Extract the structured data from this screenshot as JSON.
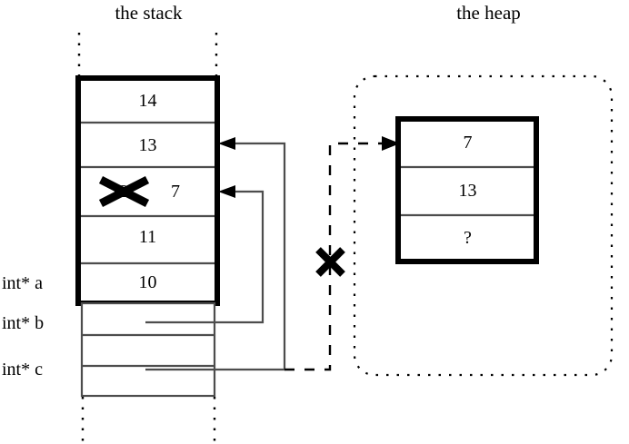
{
  "diagram": {
    "type": "memory-diagram",
    "titles": {
      "stack": "the stack",
      "heap": "the heap"
    },
    "stack": {
      "frame_cells": [
        {
          "value": "14"
        },
        {
          "value": "13"
        },
        {
          "value": "12",
          "struck": true,
          "new_value": "7"
        },
        {
          "value": "11"
        },
        {
          "value": "10"
        }
      ],
      "pointer_rows": [
        {
          "label": "int* a",
          "value": ""
        },
        {
          "label": "int* b",
          "value": ""
        },
        {
          "label": "int* c",
          "value": ""
        }
      ]
    },
    "heap": {
      "cells": [
        {
          "value": "7"
        },
        {
          "value": "13"
        },
        {
          "value": "?"
        }
      ]
    },
    "marks": {
      "broken_link": "✕",
      "struck_value": "✕"
    },
    "colors": {
      "ink": "#000000",
      "thin_line": "#4d4d4d",
      "background": "#ffffff"
    }
  }
}
